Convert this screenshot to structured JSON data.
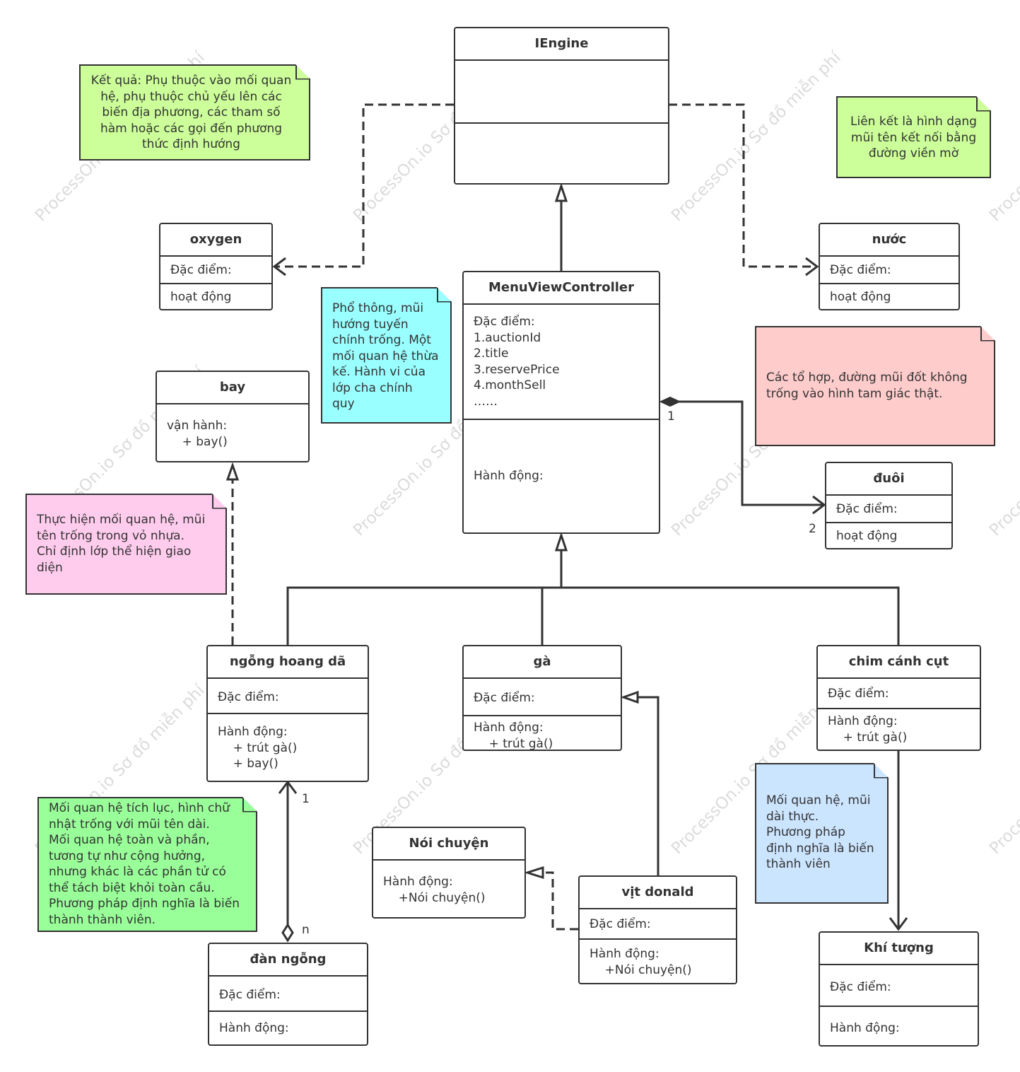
{
  "watermark_text": "ProcessOn.io Sơ đồ miễn phí",
  "classes": {
    "iengine": {
      "name": "IEngine"
    },
    "oxygen": {
      "name": "oxygen",
      "attrs": "Đặc điểm:",
      "ops": "hoạt động"
    },
    "nuoc": {
      "name": "nước",
      "attrs": "Đặc điểm:",
      "ops": "hoạt động"
    },
    "menu": {
      "name": "MenuViewController",
      "attrs": "Đặc điểm:\n1.auctionId\n2.title\n3.reservePrice\n4.monthSell\n……",
      "ops": "Hành động:"
    },
    "bay": {
      "name": "bay",
      "ops": "vận hành:\n    + bay()"
    },
    "duoi": {
      "name": "đuôi",
      "attrs": "Đặc điểm:",
      "ops": "hoạt động"
    },
    "ngong": {
      "name": "ngỗng hoang dã",
      "attrs": "Đặc điểm:",
      "ops": "Hành động:\n    + trút gà()\n    + bay()"
    },
    "ga": {
      "name": "gà",
      "attrs": "Đặc điểm:",
      "ops": "Hành động:\n    + trút gà()"
    },
    "chim": {
      "name": "chim cánh cụt",
      "attrs": "Đặc điểm:",
      "ops": "Hành động:\n    + trút gà()"
    },
    "noichuyen": {
      "name": "Nói chuyện",
      "ops": "Hành động:\n    +Nói chuyện()"
    },
    "vit": {
      "name": "vịt donald",
      "attrs": "Đặc điểm:",
      "ops": "Hành động:\n    +Nói chuyện()"
    },
    "danngong": {
      "name": "đàn ngỗng",
      "attrs": "Đặc điểm:",
      "ops": "Hành động:"
    },
    "khituong": {
      "name": "Khí tượng",
      "attrs": "Đặc điểm:",
      "ops": "Hành động:"
    }
  },
  "notes": {
    "ketqua": {
      "text": "Kết quả: Phụ thuộc vào mối quan\nhệ, phụ thuộc chủ yếu lên các\nbiến địa phương, các tham số\nhàm hoặc các gọi đến phương\nthức định hướng",
      "color": "#ccff99"
    },
    "lienket": {
      "text": "Liên kết là hình dạng\nmũi tên kết nối bằng\nđường viền mờ",
      "color": "#ccff99"
    },
    "phothong": {
      "text": "Phổ thông, mũi\nhướng tuyến\nchính trống. Một\nmối quan hệ thừa\nkế. Hành vi của\nlớp cha chính\nquy",
      "color": "#99ffff"
    },
    "tohop": {
      "text": "Các tổ hợp, đường mũi đốt không\ntrống vào hình tam giác thật.",
      "color": "#ffcccc"
    },
    "thuchien": {
      "text": "Thực hiện mối quan hệ, mũi\ntên trống trong vỏ nhựa.\nChỉ định lớp thể hiện giao\ndiện",
      "color": "#ffccee"
    },
    "tichluc": {
      "text": "Mối quan hệ tích lục, hình chữ\nnhật trống với mũi tên dài.\nMối quan hệ toàn và phần,\ntương tự như cộng hưởng,\nnhưng khác là các phần tử có\nthể tách biệt khỏi toàn cầu.\nPhương pháp định nghĩa là biến\nthành thành viên.",
      "color": "#99ff99"
    },
    "moiquanhe": {
      "text": "Mối quan hệ, mũi\ndài thực.\nPhương pháp\nđịnh nghĩa là biến\nthành viên",
      "color": "#cce5ff"
    }
  },
  "multiplicities": {
    "menu_duoi_1": "1",
    "menu_duoi_2": "2",
    "ngong_1": "1",
    "danngong_n": "n"
  }
}
